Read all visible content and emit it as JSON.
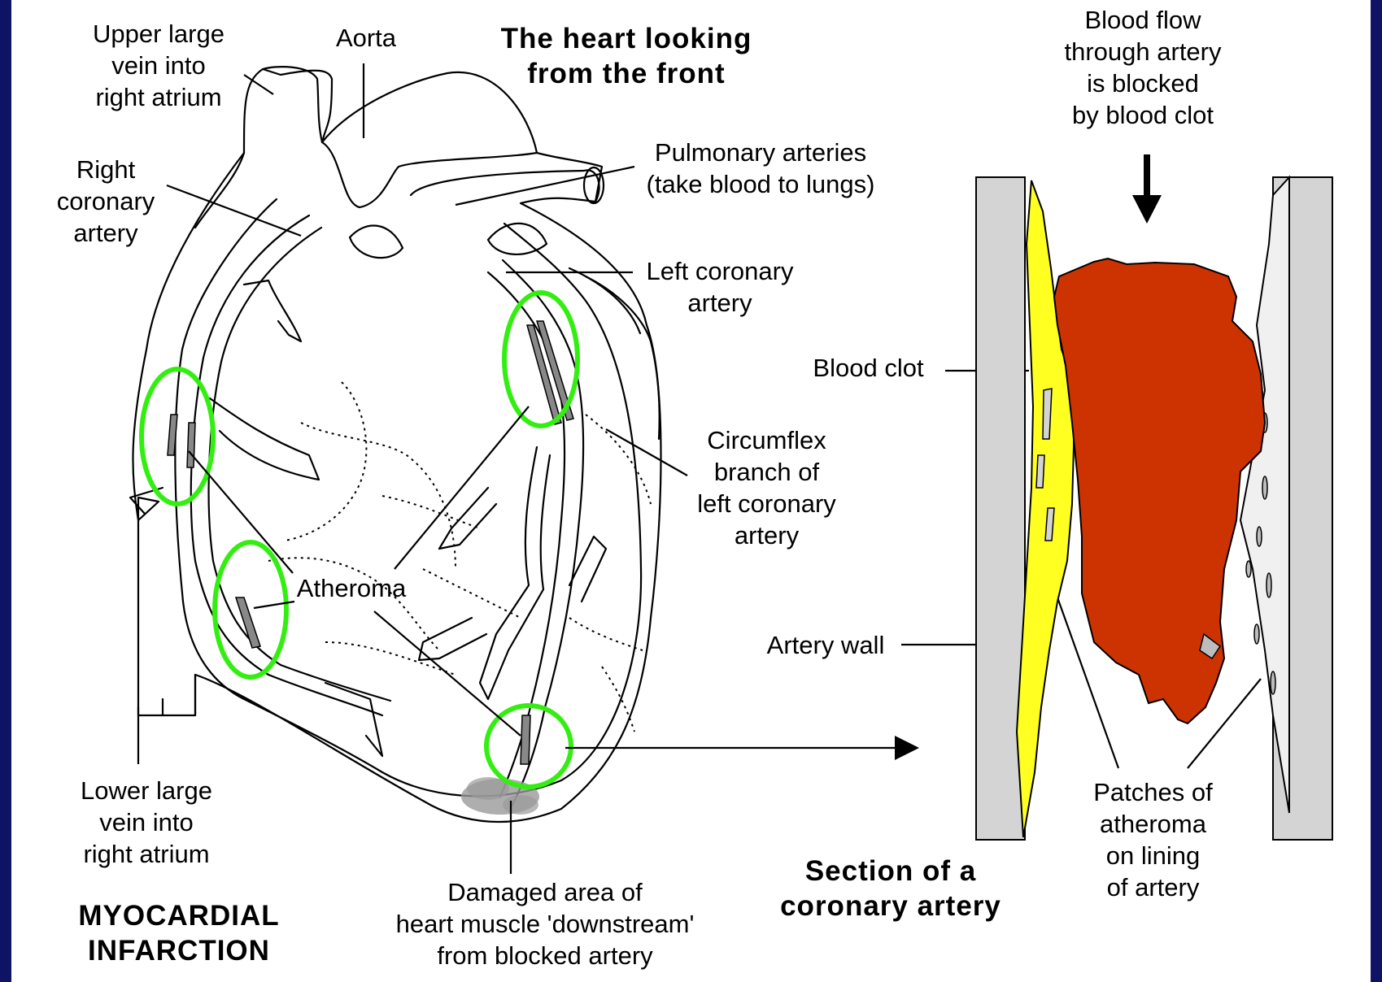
{
  "diagram": {
    "main_title": [
      "The heart looking",
      "from the front"
    ],
    "section_title": [
      "Section of a",
      "coronary artery"
    ],
    "condition_title": [
      "MYOCARDIAL",
      "INFARCTION"
    ],
    "labels": {
      "upper_vein": [
        "Upper large",
        "vein into",
        "right atrium"
      ],
      "aorta": "Aorta",
      "right_coronary": [
        "Right",
        "coronary",
        "artery"
      ],
      "pulmonary": [
        "Pulmonary arteries",
        "(take blood to lungs)"
      ],
      "left_coronary": [
        "Left coronary",
        "artery"
      ],
      "circumflex": [
        "Circumflex",
        "branch of",
        "left coronary",
        "artery"
      ],
      "atheroma": "Atheroma",
      "lower_vein": [
        "Lower large",
        "vein into",
        "right atrium"
      ],
      "damaged": [
        "Damaged area of",
        "heart muscle 'downstream'",
        "from blocked artery"
      ],
      "blood_flow": [
        "Blood flow",
        "through artery",
        "is blocked",
        "by blood clot"
      ],
      "blood_clot": "Blood clot",
      "artery_wall": "Artery wall",
      "patches": [
        "Patches of",
        "atheroma",
        "on lining",
        "of artery"
      ]
    },
    "colors": {
      "background": "#0f1366",
      "panel": "#ffffff",
      "highlight_ring": "#33ee11",
      "clot": "#cc3300",
      "atheroma_fat": "#ffff22",
      "artery_wall": "#d4d4d4"
    }
  }
}
